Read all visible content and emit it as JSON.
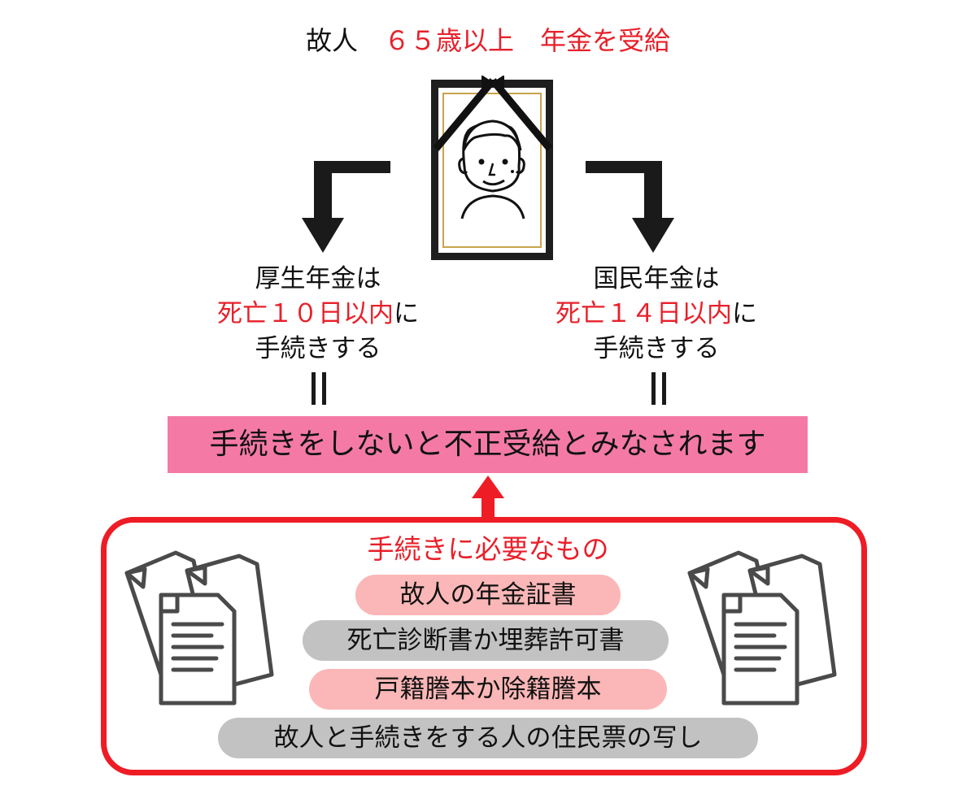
{
  "header": {
    "prefix": "故人　",
    "condition": "６５歳以上　年金を受給"
  },
  "branches": [
    {
      "line1": "厚生年金は",
      "deadline": "死亡１０日以内",
      "suffix": "に",
      "line3": "手続きする"
    },
    {
      "line1": "国民年金は",
      "deadline": "死亡１４日以内",
      "suffix": "に",
      "line3": "手続きする"
    }
  ],
  "warning": "手続きをしないと不正受給とみなされます",
  "requirements": {
    "title": "手続きに必要なもの",
    "items": [
      {
        "label": "故人の年金証書",
        "style": "pink"
      },
      {
        "label": "死亡診断書か埋葬許可書",
        "style": "gray"
      },
      {
        "label": "戸籍謄本か除籍謄本",
        "style": "pink"
      },
      {
        "label": "故人と手続きをする人の住民票の写し",
        "style": "gray"
      }
    ]
  },
  "colors": {
    "accent_red": "#e8202a",
    "warning_bg": "#f47aa5",
    "pill_pink": "#fbb7b7",
    "pill_gray": "#c2c2c2",
    "box_border": "#ee1c25"
  },
  "icons": [
    "memorial-portrait-icon",
    "elbow-down-arrow-icon",
    "up-arrow-icon",
    "documents-icon",
    "equals-icon"
  ]
}
